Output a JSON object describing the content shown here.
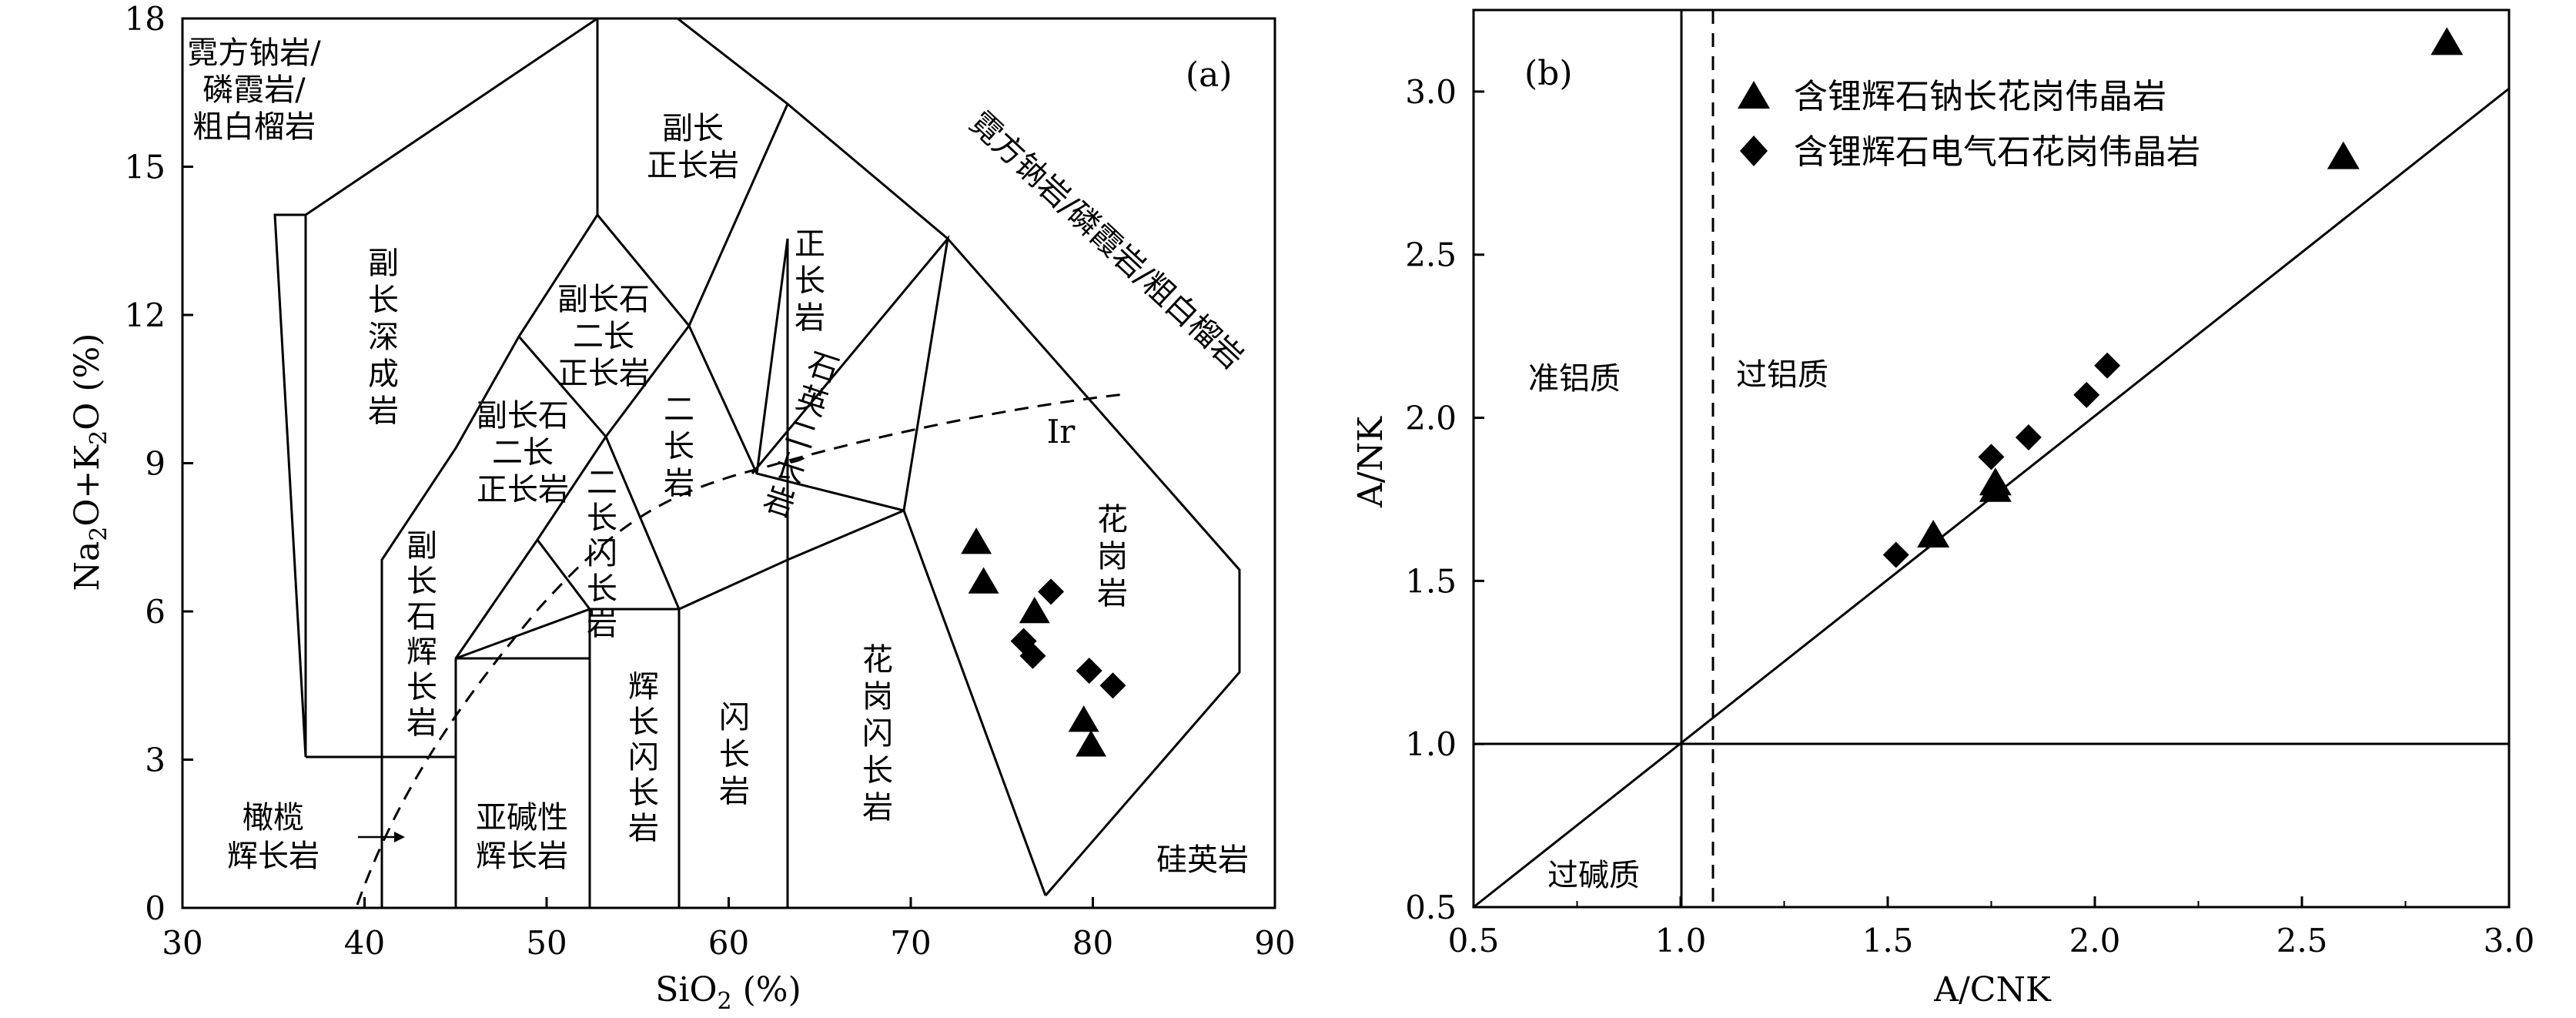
{
  "chart_data": [
    {
      "type": "scatter",
      "panel_label": "(a)",
      "xlabel": "SiO2 (%)",
      "ylabel": "Na2O+K2O (%)",
      "xlim": [
        30,
        90
      ],
      "ylim": [
        0,
        18
      ],
      "x_ticks": [
        "30",
        "40",
        "50",
        "60",
        "70",
        "80",
        "90"
      ],
      "y_ticks": [
        "0",
        "3",
        "6",
        "9",
        "12",
        "15",
        "18"
      ],
      "fields": [
        {
          "key": "foidolite",
          "lines": [
            "霓方钠岩/",
            "磷霞岩/",
            "粗白榴岩"
          ]
        },
        {
          "key": "foid_syenite",
          "lines": [
            "副长",
            "正长岩"
          ]
        },
        {
          "key": "syenite",
          "lines": [
            "正",
            "长",
            "岩"
          ]
        },
        {
          "key": "foid_gabbro_syenite",
          "lines": [
            "副",
            "长",
            "深",
            "成",
            "岩"
          ]
        },
        {
          "key": "foid_monzosyenite",
          "lines": [
            "副长石",
            "二长",
            "正长岩"
          ]
        },
        {
          "key": "foid_monzodiorite",
          "lines": [
            "副长石",
            "二长",
            "正长岩"
          ]
        },
        {
          "key": "monzonite",
          "lines": [
            "二",
            "长",
            "岩"
          ]
        },
        {
          "key": "quartz_monzonite",
          "lines": [
            "石",
            "英",
            "二",
            "长",
            "岩"
          ]
        },
        {
          "key": "monzodiorite",
          "lines": [
            "二",
            "长",
            "闪",
            "长",
            "岩"
          ]
        },
        {
          "key": "foid_gabbro",
          "lines": [
            "副",
            "长",
            "石",
            "辉",
            "长",
            "岩"
          ]
        },
        {
          "key": "peridot_gabbro",
          "lines": [
            "橄榄",
            "辉长岩"
          ]
        },
        {
          "key": "subalkaline_gabbro",
          "lines": [
            "亚碱性",
            "辉长岩"
          ]
        },
        {
          "key": "gabbroic_diorite",
          "lines": [
            "辉",
            "长",
            "闪",
            "长",
            "岩"
          ]
        },
        {
          "key": "diorite",
          "lines": [
            "闪",
            "长",
            "岩"
          ]
        },
        {
          "key": "granodiorite",
          "lines": [
            "花",
            "岗",
            "闪",
            "长",
            "岩"
          ]
        },
        {
          "key": "granite",
          "lines": [
            "花",
            "岗",
            "岩"
          ]
        },
        {
          "key": "quartzolite",
          "lines": [
            "硅英岩"
          ]
        },
        {
          "key": "rotated",
          "lines": [
            "霓方钠岩/磷霞岩/粗白榴岩"
          ]
        },
        {
          "key": "ir",
          "lines": [
            "Ir"
          ]
        }
      ],
      "series": [
        {
          "name": "含锂辉石钠长花岗伟晶岩",
          "marker": "triangle",
          "points": [
            [
              73.6,
              7.4
            ],
            [
              74.0,
              6.6
            ],
            [
              76.8,
              6.0
            ],
            [
              79.5,
              3.8
            ],
            [
              79.9,
              3.3
            ]
          ]
        },
        {
          "name": "含锂辉石电气石花岗伟晶岩",
          "marker": "diamond",
          "points": [
            [
              76.2,
              5.4
            ],
            [
              76.7,
              5.1
            ],
            [
              77.7,
              6.4
            ],
            [
              79.8,
              4.8
            ],
            [
              81.1,
              4.5
            ]
          ]
        }
      ]
    },
    {
      "type": "scatter",
      "panel_label": "(b)",
      "xlabel": "A/CNK",
      "ylabel": "A/NK",
      "xlim": [
        0.5,
        3.0
      ],
      "ylim": [
        0.5,
        3.25
      ],
      "x_ticks": [
        "0.5",
        "1.0",
        "1.5",
        "2.0",
        "2.5",
        "3.0"
      ],
      "y_ticks": [
        "0.5",
        "1.0",
        "1.5",
        "2.0",
        "2.5",
        "3.0"
      ],
      "regions": [
        "准铝质",
        "过铝质",
        "过碱质"
      ],
      "series": [
        {
          "name": "含锂辉石钠长花岗伟晶岩",
          "marker": "triangle",
          "points": [
            [
              1.61,
              1.64
            ],
            [
              1.76,
              1.8
            ],
            [
              1.76,
              1.78
            ],
            [
              2.6,
              2.8
            ],
            [
              2.85,
              3.15
            ]
          ]
        },
        {
          "name": "含锂辉石电气石花岗伟晶岩",
          "marker": "diamond",
          "points": [
            [
              1.52,
              1.58
            ],
            [
              1.75,
              1.88
            ],
            [
              1.84,
              1.94
            ],
            [
              1.98,
              2.07
            ],
            [
              2.03,
              2.16
            ]
          ]
        }
      ]
    }
  ]
}
